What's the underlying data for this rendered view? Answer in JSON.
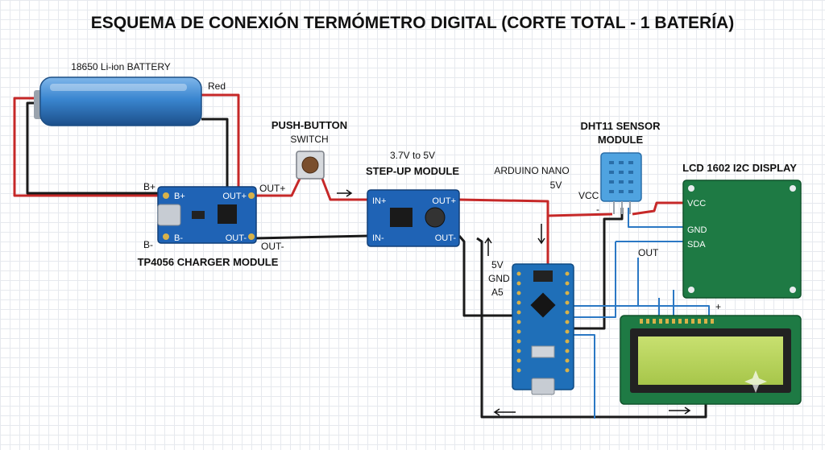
{
  "title": "ESQUEMA DE CONEXIÓN TERMÓMETRO DIGITAL (CORTE TOTAL - 1 BATERÍA)",
  "battery": {
    "label": "18650 Li-ion BATTERY",
    "wire_red": "Red"
  },
  "charger": {
    "label": "TP4056 CHARGER MODULE",
    "pins": {
      "b_plus": "B+",
      "b_minus": "B-",
      "out_plus": "OUT+",
      "out_minus": "OUT-"
    },
    "side": {
      "b_plus": "B+",
      "b_minus": "B-"
    }
  },
  "switch": {
    "line1": "PUSH-BUTTON",
    "line2": "SWITCH",
    "out_plus": "OUT+",
    "out_minus": "OUT-"
  },
  "stepup": {
    "line1": "3.7V to 5V",
    "line2": "STEP-UP MODULE",
    "pins": {
      "in_plus": "IN+",
      "in_minus": "IN-",
      "out_plus": "OUT+",
      "out_minus": "OUT-"
    }
  },
  "arduino": {
    "line1": "ARDUINO NANO",
    "line2": "5V",
    "pin_5v": "5V",
    "pin_gnd": "GND",
    "pin_a5": "A5"
  },
  "dht11": {
    "line1": "DHT11 SENSOR",
    "line2": "MODULE",
    "vcc": "VCC",
    "out": "OUT",
    "minus": "-"
  },
  "lcd": {
    "label": "LCD 1602 I2C DISPLAY",
    "pins": {
      "vcc": "VCC",
      "gnd": "GND",
      "sda": "SDA"
    },
    "plus": "+"
  }
}
